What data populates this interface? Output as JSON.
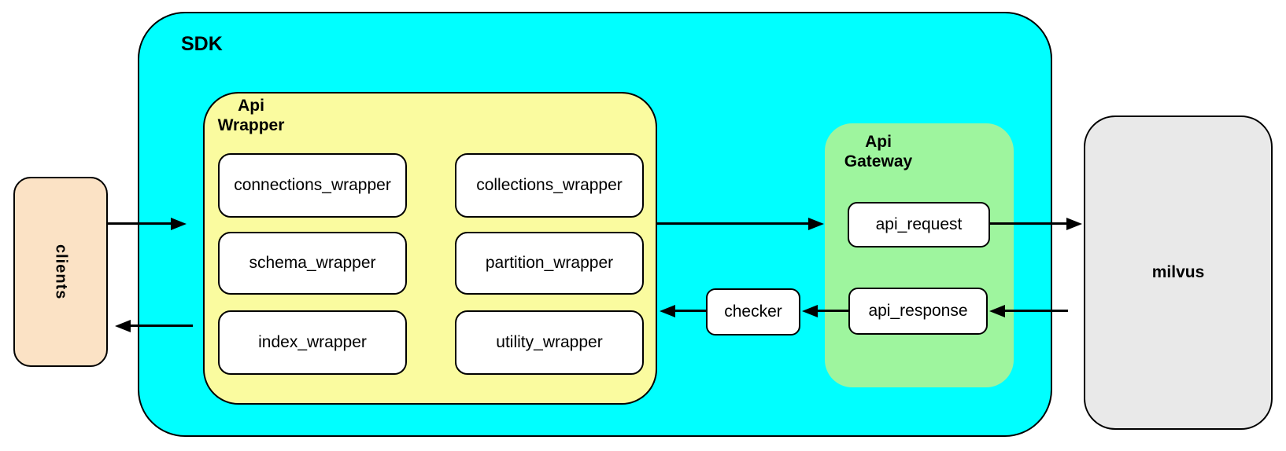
{
  "nodes": {
    "clients": "clients",
    "sdk": "SDK",
    "api_wrapper": "Api Wrapper",
    "wrapper_boxes": [
      "connections_wrapper",
      "collections_wrapper",
      "schema_wrapper",
      "partition_wrapper",
      "index_wrapper",
      "utility_wrapper"
    ],
    "checker": "checker",
    "api_gateway": "Api Gateway",
    "gateway_boxes": [
      "api_request",
      "api_response"
    ],
    "milvus": "milvus"
  },
  "edges": [
    {
      "from": "clients",
      "to": "SDK"
    },
    {
      "from": "Api Wrapper",
      "to": "Api Gateway"
    },
    {
      "from": "api_request",
      "to": "milvus"
    },
    {
      "from": "milvus",
      "to": "api_response"
    },
    {
      "from": "api_response",
      "to": "checker"
    },
    {
      "from": "checker",
      "to": "Api Wrapper"
    },
    {
      "from": "SDK",
      "to": "clients"
    }
  ],
  "colors": {
    "sdk_fill": "#00FFFF",
    "api_wrapper_fill": "#FAFB9F",
    "api_gateway_fill": "#9EF59E",
    "clients_fill": "#FBE2C5",
    "milvus_fill": "#E9E9E9",
    "leaf_box_fill": "#FFFFFF",
    "border": "#000000"
  }
}
